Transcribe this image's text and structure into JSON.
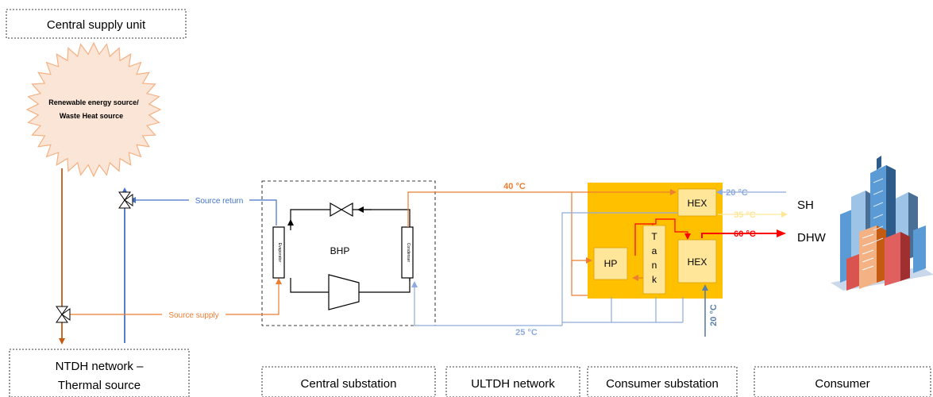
{
  "boxes": {
    "central_supply_unit": "Central supply unit",
    "ntdh_line1": "NTDH network –",
    "ntdh_line2": "Thermal source",
    "central_substation": "Central substation",
    "ultdh_network": "ULTDH network",
    "consumer_substation": "Consumer substation",
    "consumer": "Consumer"
  },
  "source": {
    "line1": "Renewable energy source/",
    "line2": "Waste Heat source"
  },
  "pipes": {
    "source_return": "Source return",
    "source_supply": "Source supply"
  },
  "components": {
    "bhp": "BHP",
    "evaporator": "Evaporator",
    "condenser": "Condenser",
    "hp": "HP",
    "tank_t": "T",
    "tank_a": "a",
    "tank_n": "n",
    "tank_k": "k",
    "hex_top": "HEX",
    "hex_bottom": "HEX"
  },
  "temperatures": {
    "supply_40": "40 °C",
    "return_25": "25 °C",
    "sh_in_20": "20 °C",
    "sh_out_35": "35 °C",
    "dhw_60": "60 °C",
    "cold_20": "20 °C"
  },
  "outputs": {
    "sh": "SH",
    "dhw": "DHW"
  },
  "colors": {
    "orange_pipe": "#ed7d31",
    "dark_orange_pipe": "#c55a11",
    "blue_pipe": "#4472c4",
    "light_blue_pipe": "#8faadc",
    "steel_blue": "#5b7fa6",
    "yellow_pipe": "#ffe699",
    "red_pipe": "#ff0000",
    "substation_fill": "#ffc000",
    "component_fill": "#ffe699",
    "source_fill": "#fbe5d6"
  }
}
